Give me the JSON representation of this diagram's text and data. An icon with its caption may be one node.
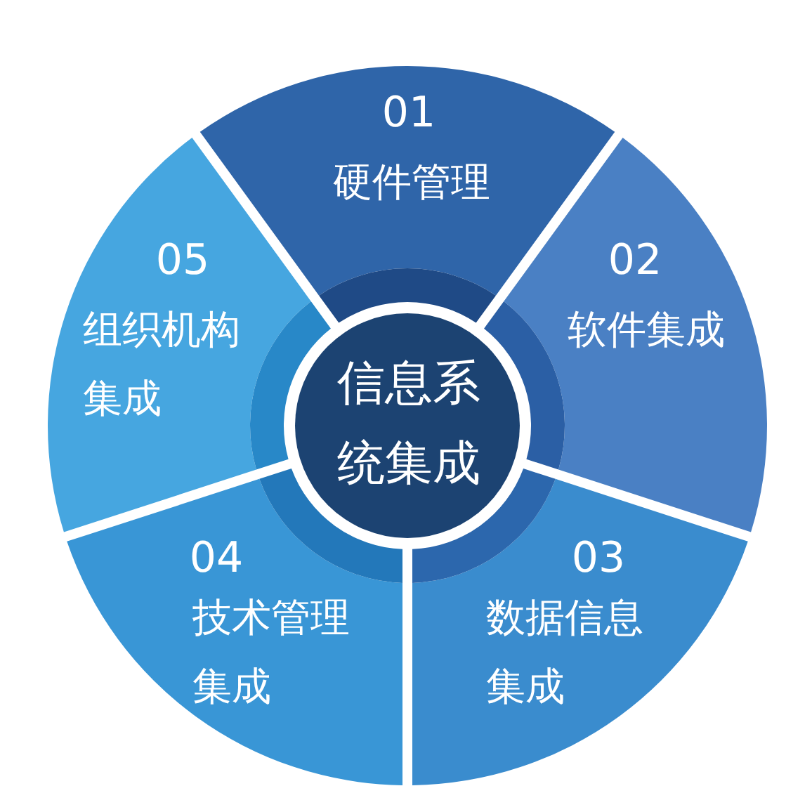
{
  "diagram": {
    "nodes": [
      {
        "text": [
          "01",
          "硬件管理"
        ]
      },
      {
        "text": [
          "02",
          "软件集成"
        ]
      },
      {
        "text": [
          "03",
          "数据信息集成"
        ]
      },
      {
        "text": [
          "04",
          "技术管理集成"
        ]
      },
      {
        "text": [
          "05",
          "组织机构集成"
        ]
      },
      {
        "text": [
          "信息系统集成"
        ]
      }
    ]
  }
}
